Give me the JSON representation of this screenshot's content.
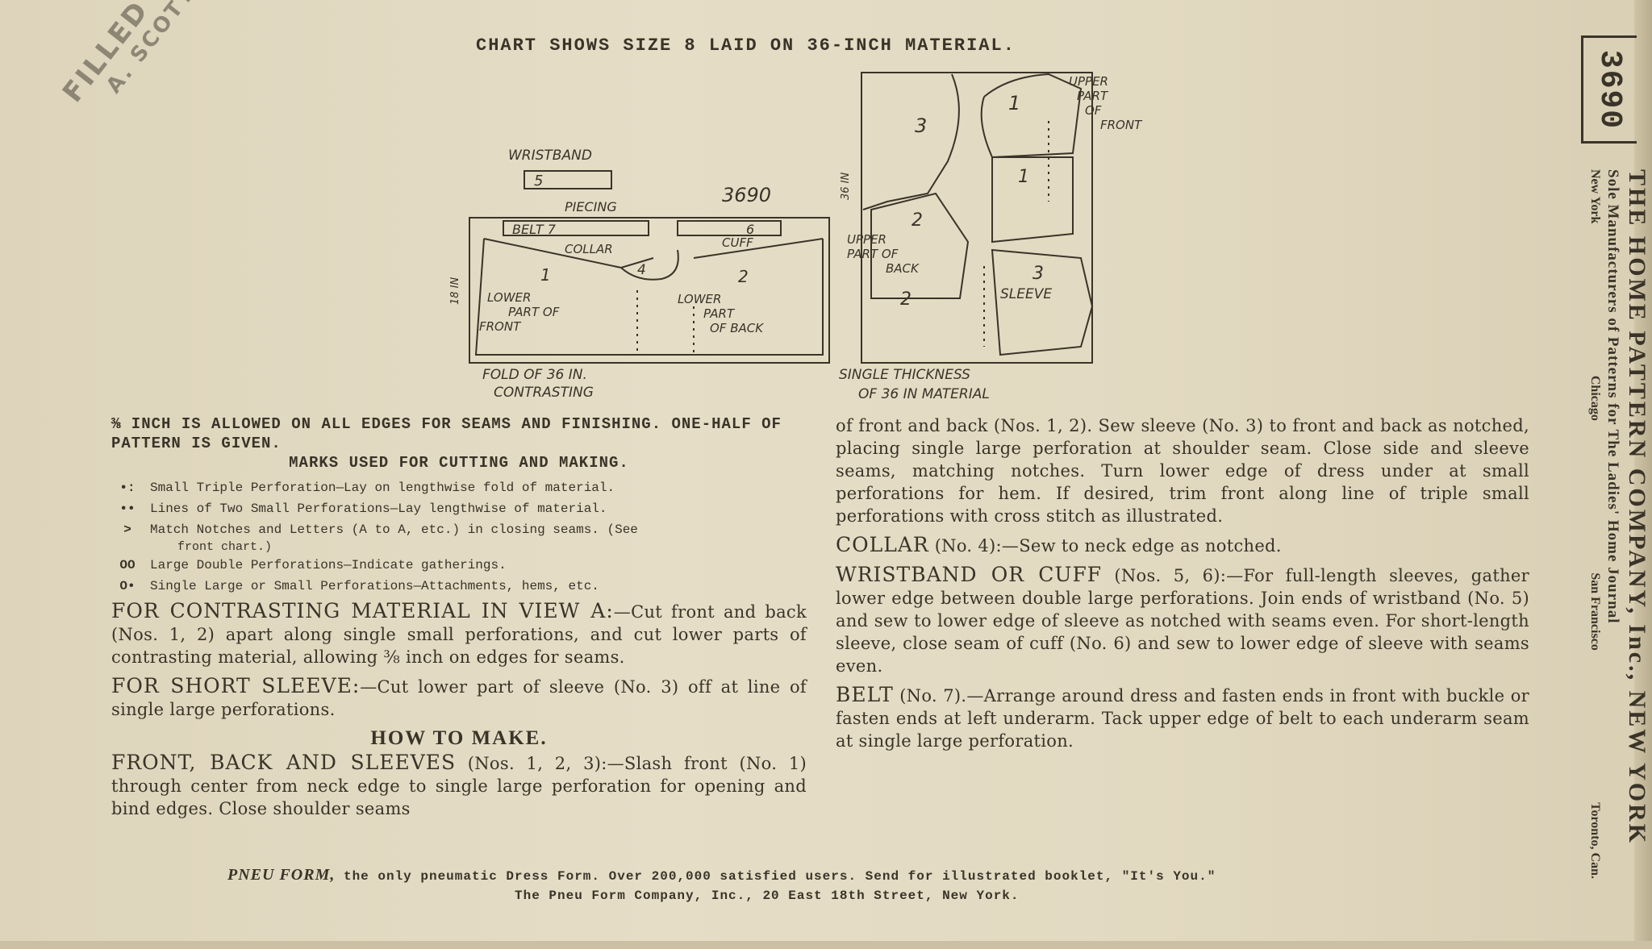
{
  "header": {
    "title": "CHART SHOWS SIZE 8 LAID ON 36-INCH MATERIAL."
  },
  "stamp": {
    "line1": "FILLED BY",
    "line2": "A. SCOTT"
  },
  "pattern_number": "3690",
  "chart_left": {
    "wristband_label": "WRISTBAND",
    "wristband_piece": "5",
    "number": "3690",
    "piecing": "PIECING",
    "belt": "BELT 7",
    "cuff_num": "6",
    "cuff": "CUFF",
    "collar": "COLLAR",
    "collar_num": "4",
    "side_label": "18 IN",
    "piece1_num": "1",
    "piece1_l1": "LOWER",
    "piece1_l2": "PART OF",
    "piece1_l3": "FRONT",
    "piece2_num": "2",
    "piece2_l1": "LOWER",
    "piece2_l2": "PART",
    "piece2_l3": "OF BACK",
    "caption1": "FOLD OF 36 IN.",
    "caption2": "CONTRASTING"
  },
  "chart_right": {
    "side_label": "36 IN",
    "p3": "3",
    "p1a": "1",
    "upper_front_1": "UPPER",
    "upper_front_2": "PART",
    "upper_front_3": "OF",
    "upper_front_4": "FRONT",
    "p1b": "1",
    "p2a": "2",
    "upper_back_1": "UPPER",
    "upper_back_2": "PART OF",
    "upper_back_3": "BACK",
    "p2b": "2",
    "p3b": "3",
    "sleeve": "SLEEVE",
    "caption1": "SINGLE THICKNESS",
    "caption2": "OF 36 IN MATERIAL"
  },
  "left_column": {
    "allowance": "⅜ INCH IS ALLOWED ON ALL EDGES FOR SEAMS AND FINISHING. ONE-HALF OF PATTERN IS GIVEN.",
    "marks_head": "MARKS USED FOR CUTTING AND MAKING.",
    "marks": [
      {
        "glyph": "•:",
        "text": "Small Triple Perforation—Lay on lengthwise fold of material."
      },
      {
        "glyph": "••",
        "text": "Lines of Two Small Perforations—Lay lengthwise of material."
      },
      {
        "glyph": ">",
        "text": "Match Notches and Letters (A to A, etc.) in closing seams. (See"
      },
      {
        "glyph": "OO",
        "text": "Large Double Perforations—Indicate gatherings."
      },
      {
        "glyph": "O•",
        "text": "Single Large or Small Perforations—Attachments, hems, etc."
      }
    ],
    "mark_note": "front chart.)",
    "contrasting_lead": "FOR CONTRASTING MATERIAL IN VIEW A:",
    "contrasting_body": "—Cut front and back (Nos. 1, 2) apart along single small perforations, and cut lower parts of contrasting material, allowing ⅜ inch on edges for seams.",
    "short_lead": "FOR SHORT SLEEVE:",
    "short_body": "—Cut lower part of sleeve (No. 3) off at line of single large perforations.",
    "how_head": "HOW TO MAKE.",
    "front_lead": "FRONT, BACK AND SLEEVES",
    "front_body": " (Nos. 1, 2, 3):—Slash front (No. 1) through center from neck edge to single large perforation for opening and bind edges. Close shoulder seams"
  },
  "right_column": {
    "cont": "of front and back (Nos. 1, 2). Sew sleeve (No. 3) to front and back as notched, placing single large perforation at shoulder seam. Close side and sleeve seams, matching notches. Turn lower edge of dress under at small perforations for hem. If desired, trim front along line of triple small perforations with cross stitch as illustrated.",
    "collar_lead": "COLLAR",
    "collar_body": " (No. 4):—Sew to neck edge as notched.",
    "wrist_lead": "WRISTBAND OR CUFF",
    "wrist_body": " (Nos. 5, 6):—For full-length sleeves, gather lower edge between double large perforations. Join ends of wristband (No. 5) and sew to lower edge of sleeve as notched with seams even. For short-length sleeve, close seam of cuff (No. 6) and sew to lower edge of sleeve with seams even.",
    "belt_lead": "BELT",
    "belt_body": " (No. 7).—Arrange around dress and fasten ends in front with buckle or fasten ends at left underarm. Tack upper edge of belt to each underarm seam at single large perforation."
  },
  "footer": {
    "brand": "PNEU FORM,",
    "line1_rest": " the only pneumatic Dress Form. Over 200,000 satisfied users. Send for illustrated booklet, \"It's You.\"",
    "line2": "The Pneu Form Company, Inc., 20 East 18th Street, New York."
  },
  "side_panel": {
    "company": "THE HOME PATTERN COMPANY, Inc., NEW YORK",
    "sole": "Sole Manufacturers of Patterns for The Ladies' Home Journal",
    "city1": "New York",
    "city2": "Chicago",
    "city3": "San Francisco",
    "city4": "Toronto, Can."
  }
}
